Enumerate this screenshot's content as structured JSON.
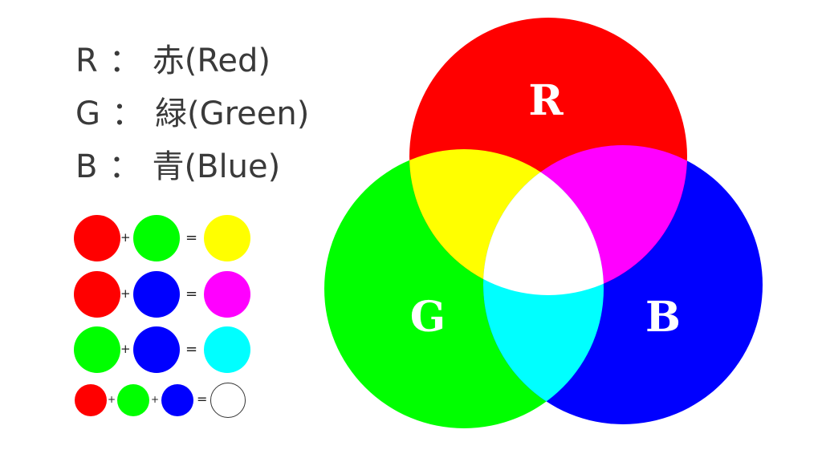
{
  "legend": [
    {
      "key": "R",
      "colon": "：",
      "desc": "赤(Red)"
    },
    {
      "key": "G",
      "colon": "：",
      "desc": "緑(Green)"
    },
    {
      "key": "B",
      "colon": "：",
      "desc": "青(Blue)"
    }
  ],
  "colors": {
    "red": "#ff0000",
    "green": "#00ff00",
    "blue": "#0000ff",
    "yellow": "#ffff00",
    "magenta": "#ff00ff",
    "cyan": "#00ffff",
    "white": "#ffffff"
  },
  "operators": {
    "plus": "+",
    "equals": "="
  },
  "mixes": [
    {
      "inputs": [
        "red",
        "green"
      ],
      "result": "yellow"
    },
    {
      "inputs": [
        "red",
        "blue"
      ],
      "result": "magenta"
    },
    {
      "inputs": [
        "green",
        "blue"
      ],
      "result": "cyan"
    },
    {
      "inputs": [
        "red",
        "green",
        "blue"
      ],
      "result": "white"
    }
  ],
  "venn": {
    "labels": {
      "r": "R",
      "g": "G",
      "b": "B"
    }
  }
}
